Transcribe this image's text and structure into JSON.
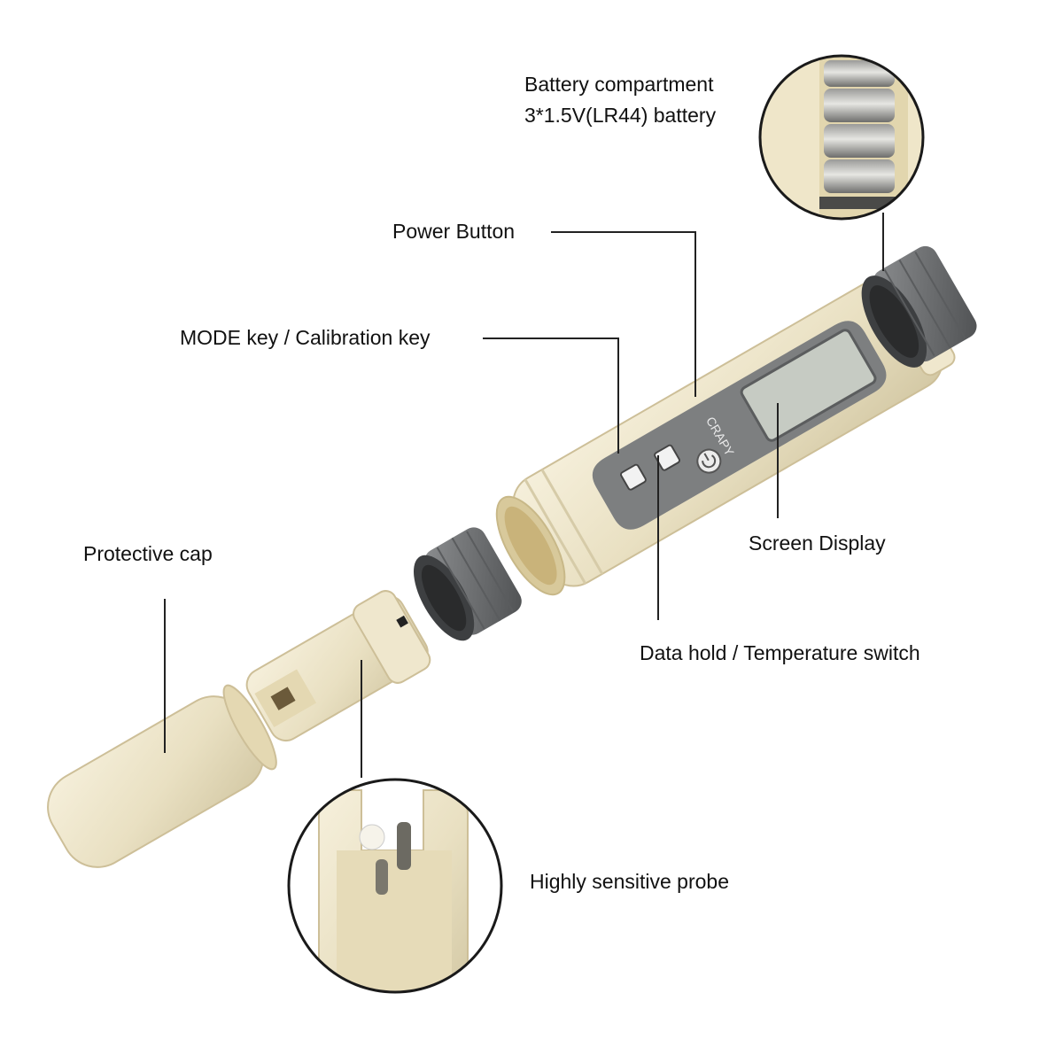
{
  "labels": {
    "battery_line1": "Battery compartment",
    "battery_line2": "3*1.5V(LR44) battery",
    "power_button": "Power Button",
    "mode_key": "MODE key / Calibration key",
    "protective_cap": "Protective cap",
    "screen_display": "Screen Display",
    "data_hold": "Data hold / Temperature switch",
    "probe": "Highly sensitive probe"
  },
  "device": {
    "brand_text": "CRAPY",
    "body_color": "#ece3c7",
    "cap_color": "#6a6c6e",
    "lcd_color": "#c6cbc3"
  }
}
